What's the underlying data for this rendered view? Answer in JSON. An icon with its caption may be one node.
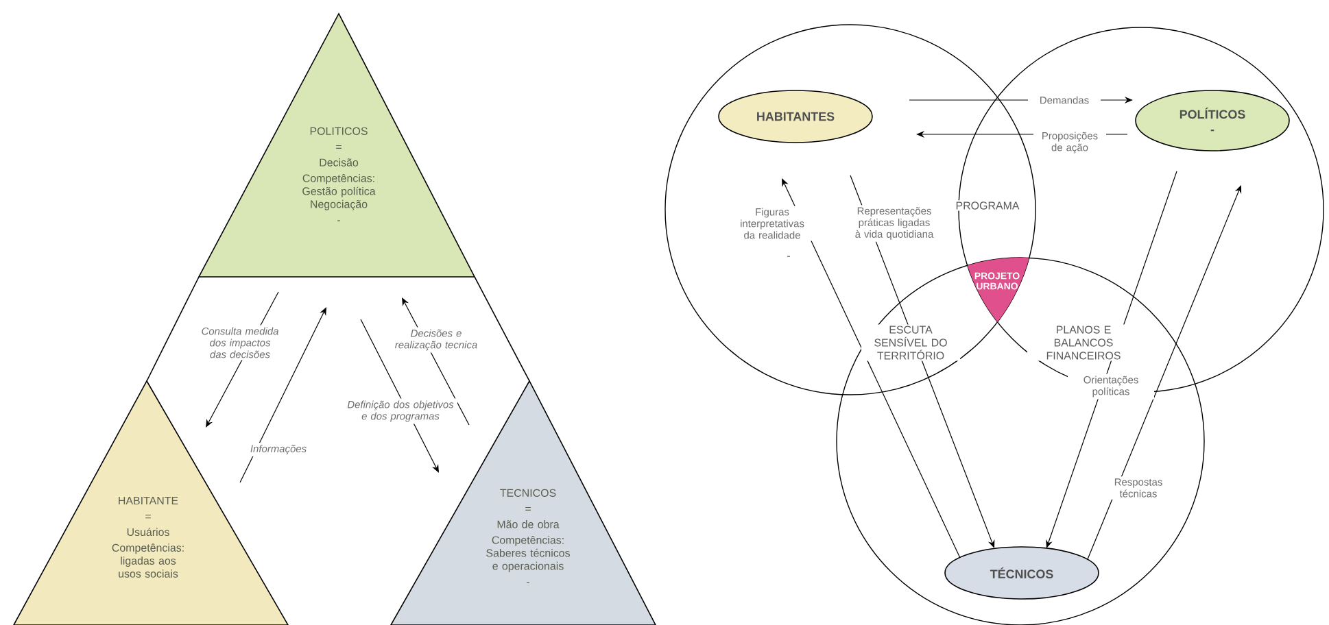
{
  "diagram": {
    "nodes": [
      {
        "text": [
          "POLITICOS",
          "=",
          "Decisão",
          "Competências: Gestão política Negociação",
          "-"
        ]
      },
      {
        "text": [
          "HABITANTE",
          "=",
          "Usuários",
          "Competências: ligadas aos usos sociais"
        ]
      },
      {
        "text": [
          "TECNICOS",
          "=",
          "Mão de obra",
          "Competências: Saberes técnicos e operacionais",
          "-"
        ]
      },
      {
        "text": [],
        "shape": "circle"
      },
      {
        "text": [],
        "shape": "circle"
      },
      {
        "text": [],
        "shape": "circle"
      },
      {
        "text": [
          "HABITANTES"
        ],
        "in": 3
      },
      {
        "text": [
          "POLÍTICOS",
          "-"
        ],
        "in": 4
      },
      {
        "text": [
          "TÉCNICOS"
        ],
        "in": 5
      },
      {
        "text": [
          "PROJETO URBANO"
        ]
      }
    ],
    "edges": [
      {
        "from": 0,
        "to": 1,
        "arrow": "to",
        "label": "Consulta medida dos impactos das decisões"
      },
      {
        "from": 1,
        "to": 0,
        "arrow": "to",
        "label": "Informações"
      },
      {
        "from": 2,
        "to": 0,
        "arrow": "to",
        "label": "Decisões e realização tecnica"
      },
      {
        "from": 0,
        "to": 2,
        "arrow": "to",
        "label": "Definição dos objetivos e dos programas"
      },
      {
        "from": 6,
        "to": 7,
        "arrow": "to",
        "label": "Demandas"
      },
      {
        "from": 7,
        "to": 6,
        "arrow": "to",
        "label": "Proposições de ação"
      },
      {
        "from": 8,
        "to": 6,
        "arrow": "to",
        "label": "Figuras interpretativas da realidade"
      },
      {
        "from": 6,
        "to": 8,
        "arrow": "to",
        "label": "Representações práticas ligadas à vida quotidiana"
      },
      {
        "from": 7,
        "to": 8,
        "arrow": "to",
        "label": "Orientações políticas"
      },
      {
        "from": 8,
        "to": 7,
        "arrow": "to",
        "label": "Respostas técnicas"
      }
    ],
    "labels": [
      "PROGRAMA",
      "ESCUTA SENSÍVEL DO TERRITÓRIO",
      "PLANOS E BALANCOS FINANCEIROS",
      "-"
    ]
  }
}
